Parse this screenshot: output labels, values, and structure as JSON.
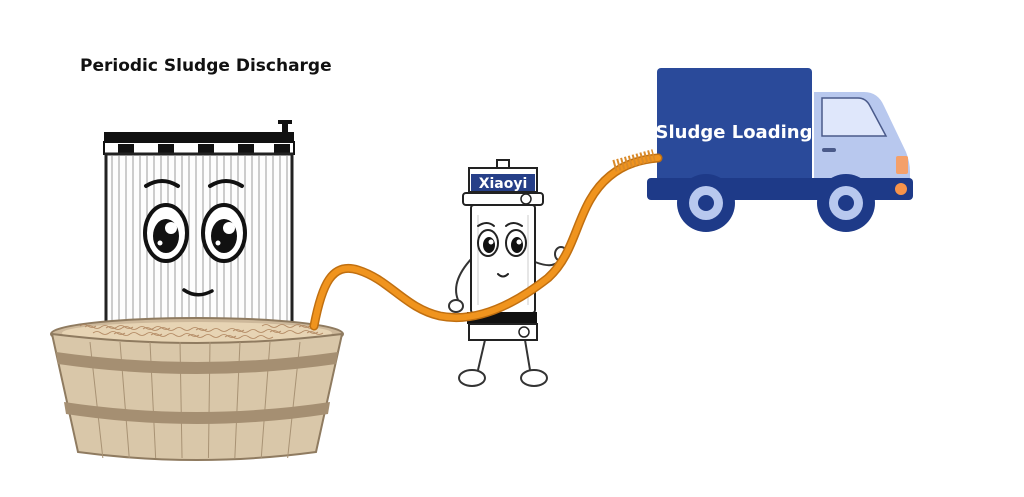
{
  "title": "Periodic Sludge Discharge",
  "pump_label": "Xiaoyi",
  "truck_label": "Sludge Loading",
  "colors": {
    "truck_body": "#2a4a9a",
    "truck_cab": "#b8c8ee",
    "hose": "#f0941e",
    "tub": "#d9c7a9",
    "tub_band": "#a58f72"
  },
  "icons": [
    "filter-press-character",
    "pump-character",
    "wooden-tub",
    "sludge-hose",
    "truck"
  ]
}
